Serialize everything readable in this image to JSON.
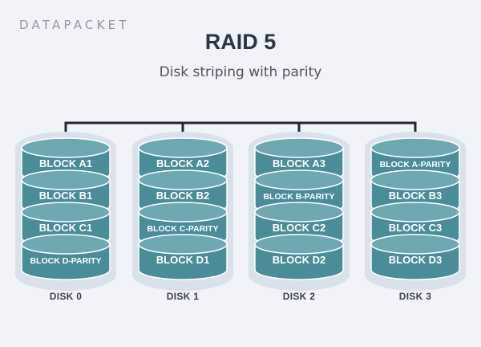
{
  "brand": {
    "logo_text": "DATAPACKET"
  },
  "header": {
    "title": "RAID 5",
    "subtitle": "Disk striping with parity"
  },
  "colors": {
    "background": "#f0f4f8",
    "block_fill": "#4a8c97",
    "block_top": "#6ea8b1",
    "disk_halo": "#d9e1ea",
    "connector": "#1e2a38"
  },
  "disks": [
    {
      "label": "DISK 0",
      "blocks": [
        "BLOCK A1",
        "BLOCK B1",
        "BLOCK C1",
        "BLOCK D-PARITY"
      ]
    },
    {
      "label": "DISK 1",
      "blocks": [
        "BLOCK A2",
        "BLOCK B2",
        "BLOCK C-PARITY",
        "BLOCK D1"
      ]
    },
    {
      "label": "DISK 2",
      "blocks": [
        "BLOCK A3",
        "BLOCK B-PARITY",
        "BLOCK C2",
        "BLOCK D2"
      ]
    },
    {
      "label": "DISK 3",
      "blocks": [
        "BLOCK A-PARITY",
        "BLOCK B3",
        "BLOCK C3",
        "BLOCK D3"
      ]
    }
  ]
}
